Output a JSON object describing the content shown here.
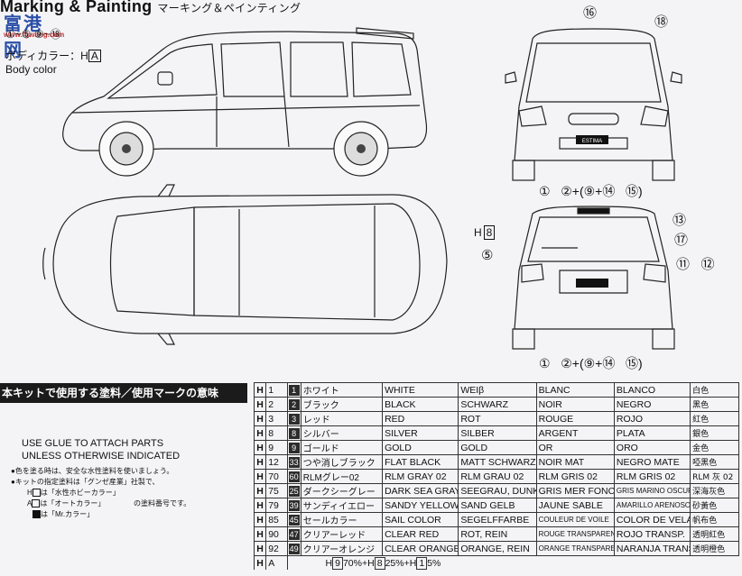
{
  "header": {
    "title": "Marking & Painting",
    "title_jp": "マーキング＆ペインティング",
    "mark_range": "①~⑤ ⑨~⑱",
    "body_color_jp": "ボディカラー：",
    "body_color_code": "H",
    "body_color_box": "A",
    "body_color_en": "Body color"
  },
  "site_logo": {
    "text": "富港网",
    "url": "www.fgwang.com"
  },
  "callouts": {
    "top_16": "⑯",
    "top_18": "⑱",
    "front_seq": "①   ②+(⑨+⑭   ⑮)",
    "rear_13": "⑬",
    "rear_17": "⑰",
    "rear_5": "⑤",
    "rear_h": "H",
    "rear_h_box": "8",
    "rear_11_12": "⑪   ⑫",
    "rear_seq": "①   ②+(⑨+⑭   ⑮)",
    "badge": "ESTIMA"
  },
  "legend": {
    "header": "本キットで使用する塗料／使用マークの意味",
    "glue_line1": "USE GLUE TO ATTACH PARTS",
    "glue_line2": "UNLESS OTHERWISE INDICATED",
    "note1": "●色を塗る時は、安全な水性塗料を使いましょう。",
    "note2": "●キットの指定塗料は「グンゼ産業」社製で、",
    "note3": "は「水性ホビーカラー」",
    "note4": "は「オートカラー」",
    "note5": "は「Mr.カラー」",
    "note_code_h": "H",
    "note_code_a": "A",
    "bracket_text": "の塗料番号です。"
  },
  "paints": [
    {
      "code": "H",
      "num": "1",
      "mr": "1",
      "mr_color": "#2c2c2c",
      "jp": "ホワイト",
      "en": "WHITE",
      "de": "WEIβ",
      "fr": "BLANC",
      "es": "BLANCO",
      "cn": "白色"
    },
    {
      "code": "H",
      "num": "2",
      "mr": "2",
      "mr_color": "#2c2c2c",
      "jp": "ブラック",
      "en": "BLACK",
      "de": "SCHWARZ",
      "fr": "NOIR",
      "es": "NEGRO",
      "cn": "黑色"
    },
    {
      "code": "H",
      "num": "3",
      "mr": "3",
      "mr_color": "#2c2c2c",
      "jp": "レッド",
      "en": "RED",
      "de": "ROT",
      "fr": "ROUGE",
      "es": "ROJO",
      "cn": "紅色"
    },
    {
      "code": "H",
      "num": "8",
      "mr": "8",
      "mr_color": "#2c2c2c",
      "jp": "シルバー",
      "en": "SILVER",
      "de": "SILBER",
      "fr": "ARGENT",
      "es": "PLATA",
      "cn": "銀色"
    },
    {
      "code": "H",
      "num": "9",
      "mr": "9",
      "mr_color": "#2c2c2c",
      "jp": "ゴールド",
      "en": "GOLD",
      "de": "GOLD",
      "fr": "OR",
      "es": "ORO",
      "cn": "金色"
    },
    {
      "code": "H",
      "num": "12",
      "mr": "33",
      "mr_color": "#2c2c2c",
      "jp": "つや消しブラック",
      "en": "FLAT BLACK",
      "de": "MATT SCHWARZ",
      "fr": "NOIR MAT",
      "es": "NEGRO MATE",
      "cn": "啞黑色"
    },
    {
      "code": "H",
      "num": "70",
      "mr": "60",
      "mr_color": "#2c2c2c",
      "jp": "RLMグレー02",
      "en": "RLM GRAY 02",
      "de": "RLM GRAU 02",
      "fr": "RLM GRIS 02",
      "es": "RLM GRIS 02",
      "cn": "RLM 灰 02"
    },
    {
      "code": "H",
      "num": "75",
      "mr": "25",
      "mr_color": "#2c2c2c",
      "jp": "ダークシーグレー",
      "en": "DARK SEA GRAY",
      "de": "SEEGRAU, DUNKEL",
      "fr": "GRIS MER FONCE",
      "es": "GRIS MARINO OSCURO",
      "cn": "深海灰色"
    },
    {
      "code": "H",
      "num": "79",
      "mr": "39",
      "mr_color": "#2c2c2c",
      "jp": "サンディイエロー",
      "en": "SANDY YELLOW",
      "de": "SAND GELB",
      "fr": "JAUNE SABLE",
      "es": "AMARILLO ARENOSO",
      "cn": "砂黃色"
    },
    {
      "code": "H",
      "num": "85",
      "mr": "45",
      "mr_color": "#2c2c2c",
      "jp": "セールカラー",
      "en": "SAIL COLOR",
      "de": "SEGELFFARBE",
      "fr": "COULEUR DE VOILE",
      "es": "COLOR DE VELAS",
      "cn": "帆布色"
    },
    {
      "code": "H",
      "num": "90",
      "mr": "47",
      "mr_color": "#2c2c2c",
      "jp": "クリアーレッド",
      "en": "CLEAR RED",
      "de": "ROT, REIN",
      "fr": "ROUGE TRANSPARENT",
      "es": "ROJO TRANSP.",
      "cn": "透明紅色"
    },
    {
      "code": "H",
      "num": "92",
      "mr": "49",
      "mr_color": "#2c2c2c",
      "jp": "クリアーオレンジ",
      "en": "CLEAR ORANGE",
      "de": "ORANGE, REIN",
      "fr": "ORANGE TRANSPARENT",
      "es": "NARANJA TRANSP.",
      "cn": "透明橙色"
    }
  ],
  "mix_row": {
    "code": "H",
    "num": "A",
    "p1_code": "H",
    "p1_num": "9",
    "p1_pct": "70%+",
    "p2_code": "H",
    "p2_num": "8",
    "p2_pct": "25%+",
    "p3_code": "H",
    "p3_num": "1",
    "p3_pct": "5%"
  }
}
